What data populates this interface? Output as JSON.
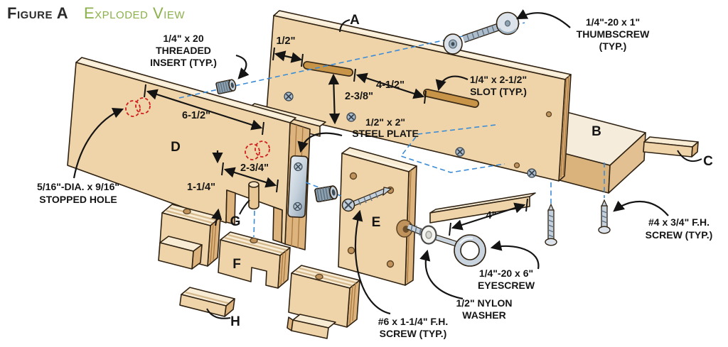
{
  "title": {
    "figure": "Figure A",
    "subtitle": "Exploded View"
  },
  "part_labels": {
    "a": "A",
    "b": "B",
    "c": "C",
    "d": "D",
    "e": "E",
    "f": "F",
    "g": "G",
    "h": "H"
  },
  "dimensions": {
    "slot_edge_offset": "1/2\"",
    "slot_spacing": "4-1/2\"",
    "slot_height": "2-3/8\"",
    "insert_spacing": "6-1/2\"",
    "notch_width": "2-3/4\"",
    "notch_depth": "1-1/4\"",
    "runner_reveal": "4\""
  },
  "callouts": {
    "threaded_insert": {
      "line1": "1/4\" x 20",
      "line2": "THREADED",
      "line3": "INSERT (TYP.)"
    },
    "thumbscrew": {
      "line1": "1/4\"-20 x 1\"",
      "line2": "THUMBSCREW",
      "line3": "(TYP.)"
    },
    "slot": {
      "line1": "1/4\" x 2-1/2\"",
      "line2": "SLOT (TYP.)"
    },
    "steel_plate": {
      "line1": "1/2\" x 2\"",
      "line2": "STEEL PLATE"
    },
    "stopped_hole": {
      "line1": "5/16\"-DIA. x 9/16\"",
      "line2": "STOPPED HOLE"
    },
    "fh_screw_4": {
      "line1": "#4 x 3/4\" F.H.",
      "line2": "SCREW (TYP.)"
    },
    "eyescrew": {
      "line1": "1/4\"-20 x 6\"",
      "line2": "EYESCREW"
    },
    "nylon_washer": {
      "line1": "1/2\" NYLON",
      "line2": "WASHER"
    },
    "fh_screw_6": {
      "line1": "#6 x 1-1/4\" F.H.",
      "line2": "SCREW (TYP.)"
    }
  },
  "colors": {
    "wood_face": "#EFD4A9",
    "wood_top": "#F8ECD4",
    "wood_edge": "#DDB37E",
    "accent_dashed": "#3B8CD6",
    "hidden_hole_red": "#CF1F1F",
    "subtitle_green": "#8CB14C",
    "steel": "#C4D1DC",
    "outline": "#2F2212"
  }
}
